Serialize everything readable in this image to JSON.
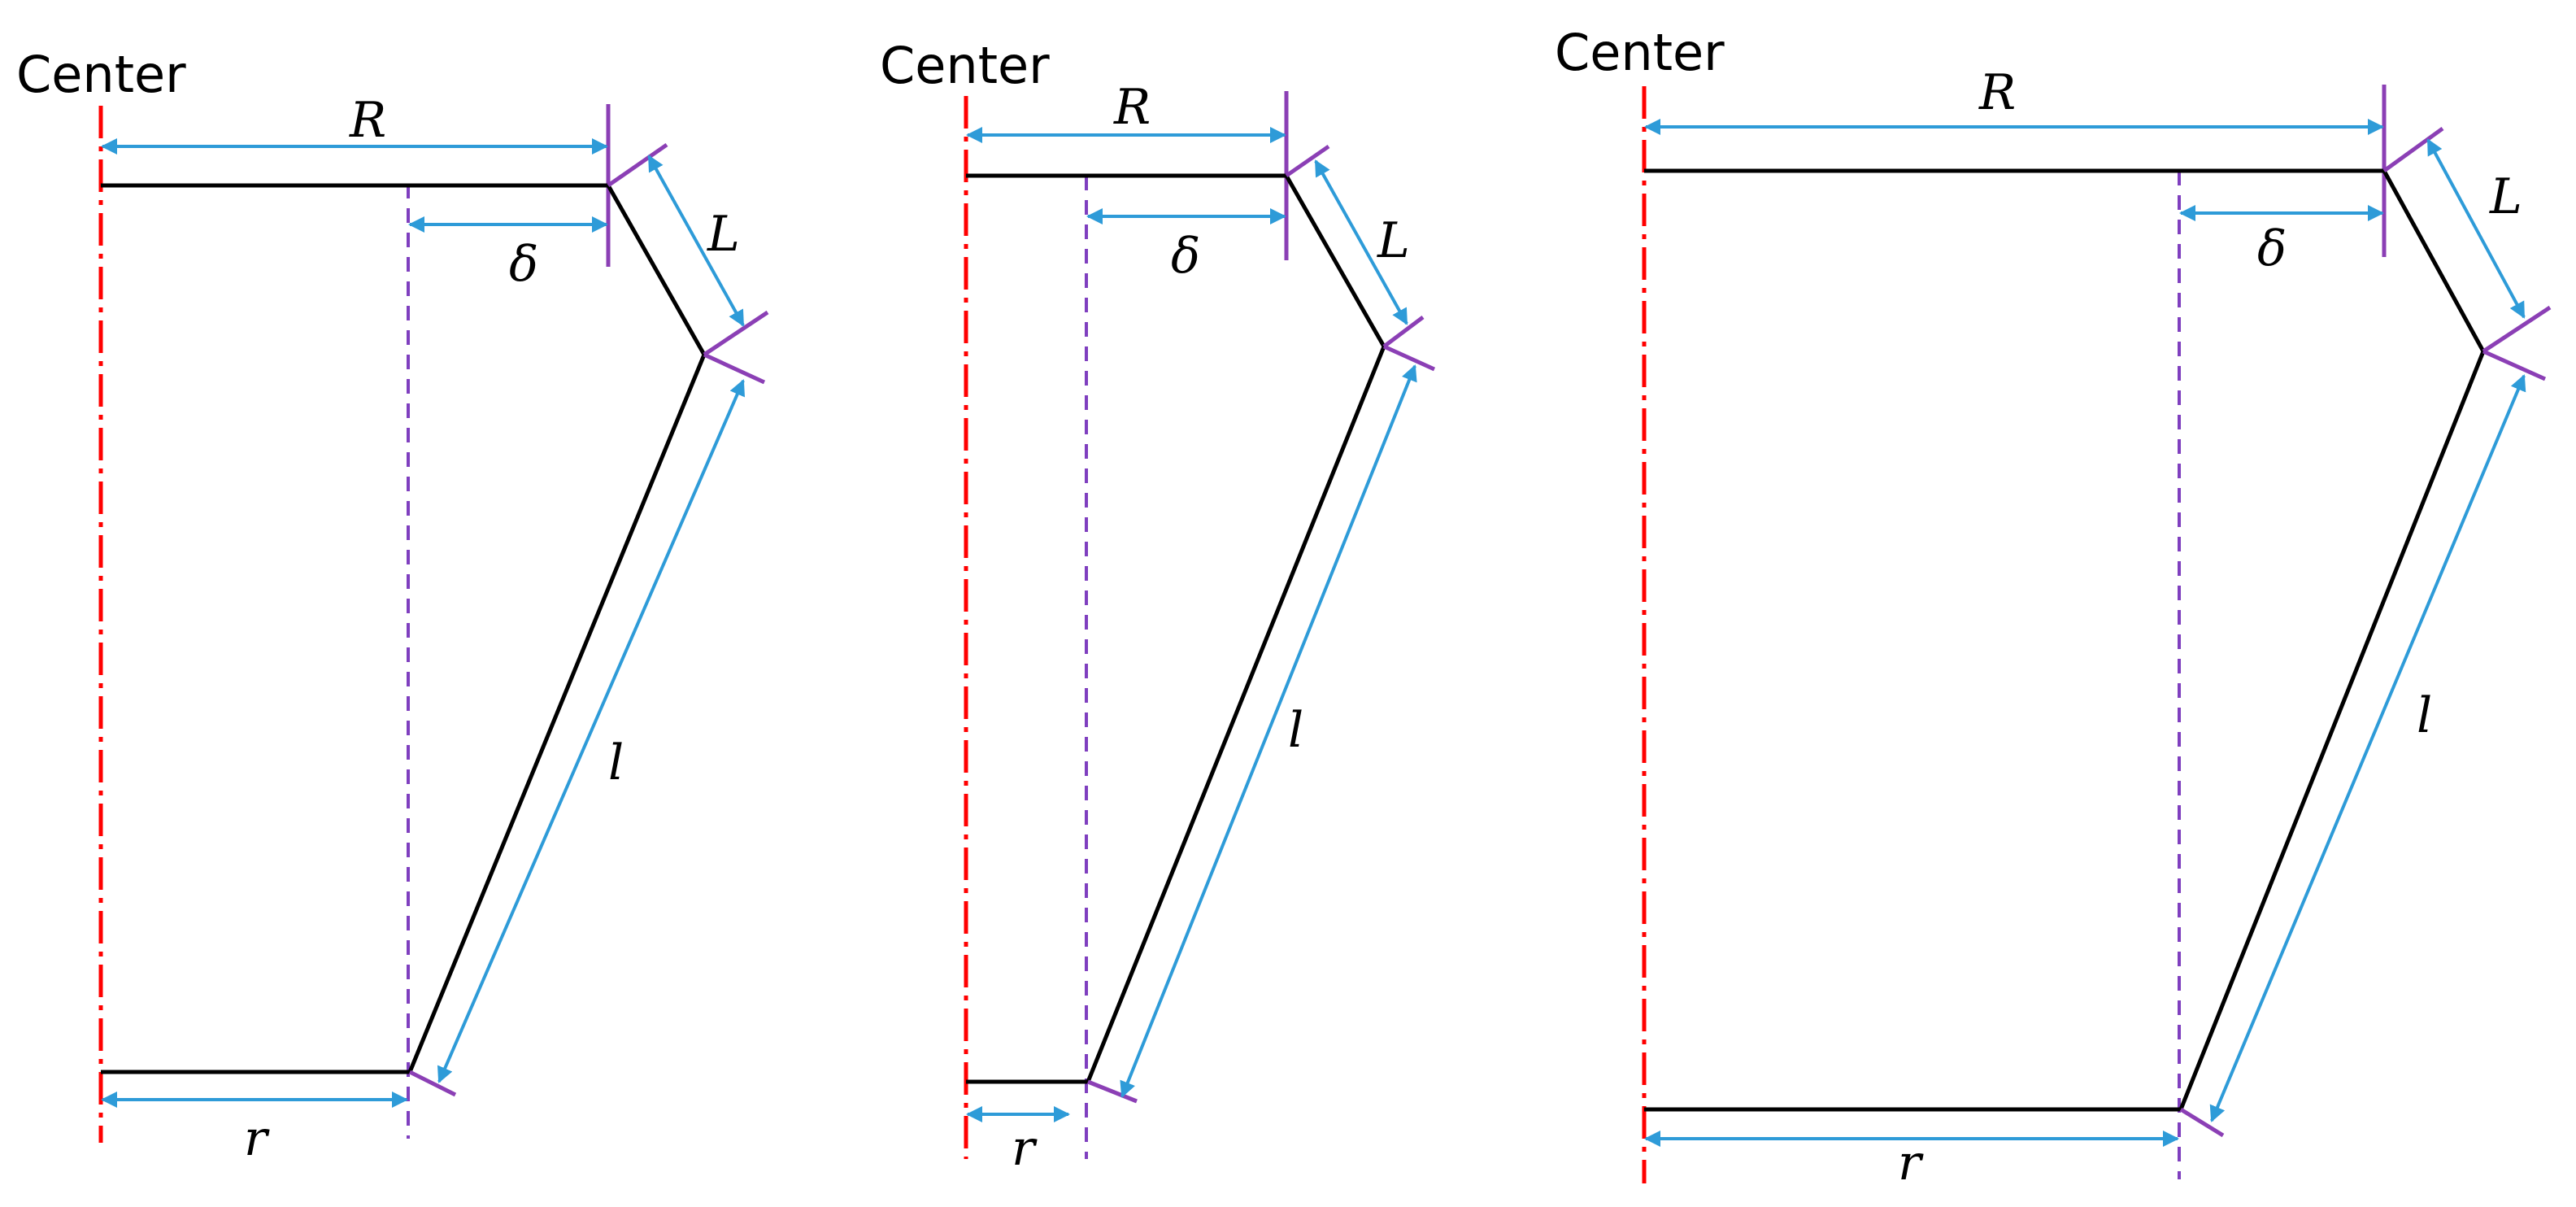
{
  "colors": {
    "center_line": "#ff0000",
    "guide": "#7f3fbf",
    "dimension": "#2e9bd8",
    "body": "#000000"
  },
  "labels": {
    "center": "Center",
    "R": "R",
    "delta": "δ",
    "L": "L",
    "l": "l",
    "r": "r"
  }
}
